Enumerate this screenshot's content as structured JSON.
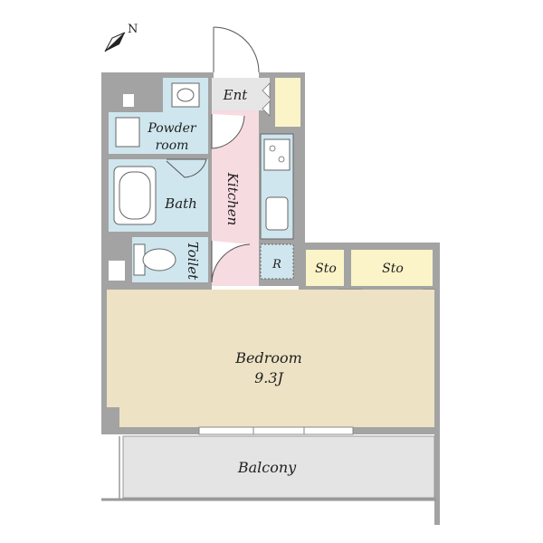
{
  "compass": {
    "label": "N",
    "icon": "north-arrow-icon"
  },
  "rooms": {
    "entrance": "Ent",
    "powder_room_line1": "Powder",
    "powder_room_line2": "room",
    "bath": "Bath",
    "toilet": "Toilet",
    "kitchen": "Kitchen",
    "refrigerator": "R",
    "storage_1": "Sto",
    "storage_2": "Sto",
    "bedroom": "Bedroom",
    "bedroom_size": "9.3J",
    "balcony": "Balcony"
  },
  "colors": {
    "wall": "#a3a3a3",
    "wet_area": "#cfe6ee",
    "kitchen": "#f6dbe0",
    "entrance": "#e6e6e6",
    "storage": "#fbf4c8",
    "bedroom": "#ede2c4",
    "balcony": "#e4e4e4"
  }
}
